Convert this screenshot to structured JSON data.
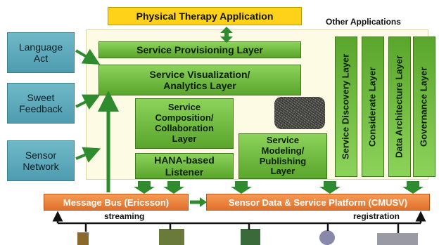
{
  "top": {
    "physical_therapy": "Physical Therapy Application",
    "other_applications": "Other Applications"
  },
  "left_boxes": {
    "language_act": "Language\nAct",
    "sweet_feedback": "Sweet\nFeedback",
    "sensor_network": "Sensor\nNetwork"
  },
  "layers": {
    "service_provisioning": "Service Provisioning Layer",
    "service_visualization": "Service Visualization/\nAnalytics Layer",
    "service_composition": "Service\nComposition/\nCollaboration\nLayer",
    "hana_listener": "HANA-based\nListener",
    "service_modeling": "Service\nModeling/\nPublishing\nLayer"
  },
  "vertical_layers": {
    "service_discovery": "Service Discovery Layer",
    "considerate": "Considerate Layer",
    "data_architecture": "Data Architecture Layer",
    "governance": "Governance Layer"
  },
  "bus": {
    "message_bus": "Message Bus (Ericsson)",
    "sensor_platform": "Sensor Data & Service Platform (CMUSV)"
  },
  "bottom_labels": {
    "streaming": "streaming",
    "registration": "registration"
  },
  "colors": {
    "layer_green": "#6dbb3e",
    "teal": "#5aa8bb",
    "orange": "#ee8340",
    "yellow": "#ffd21a",
    "panel": "#fdfbe3",
    "arrow_green": "#2e8b2e"
  }
}
